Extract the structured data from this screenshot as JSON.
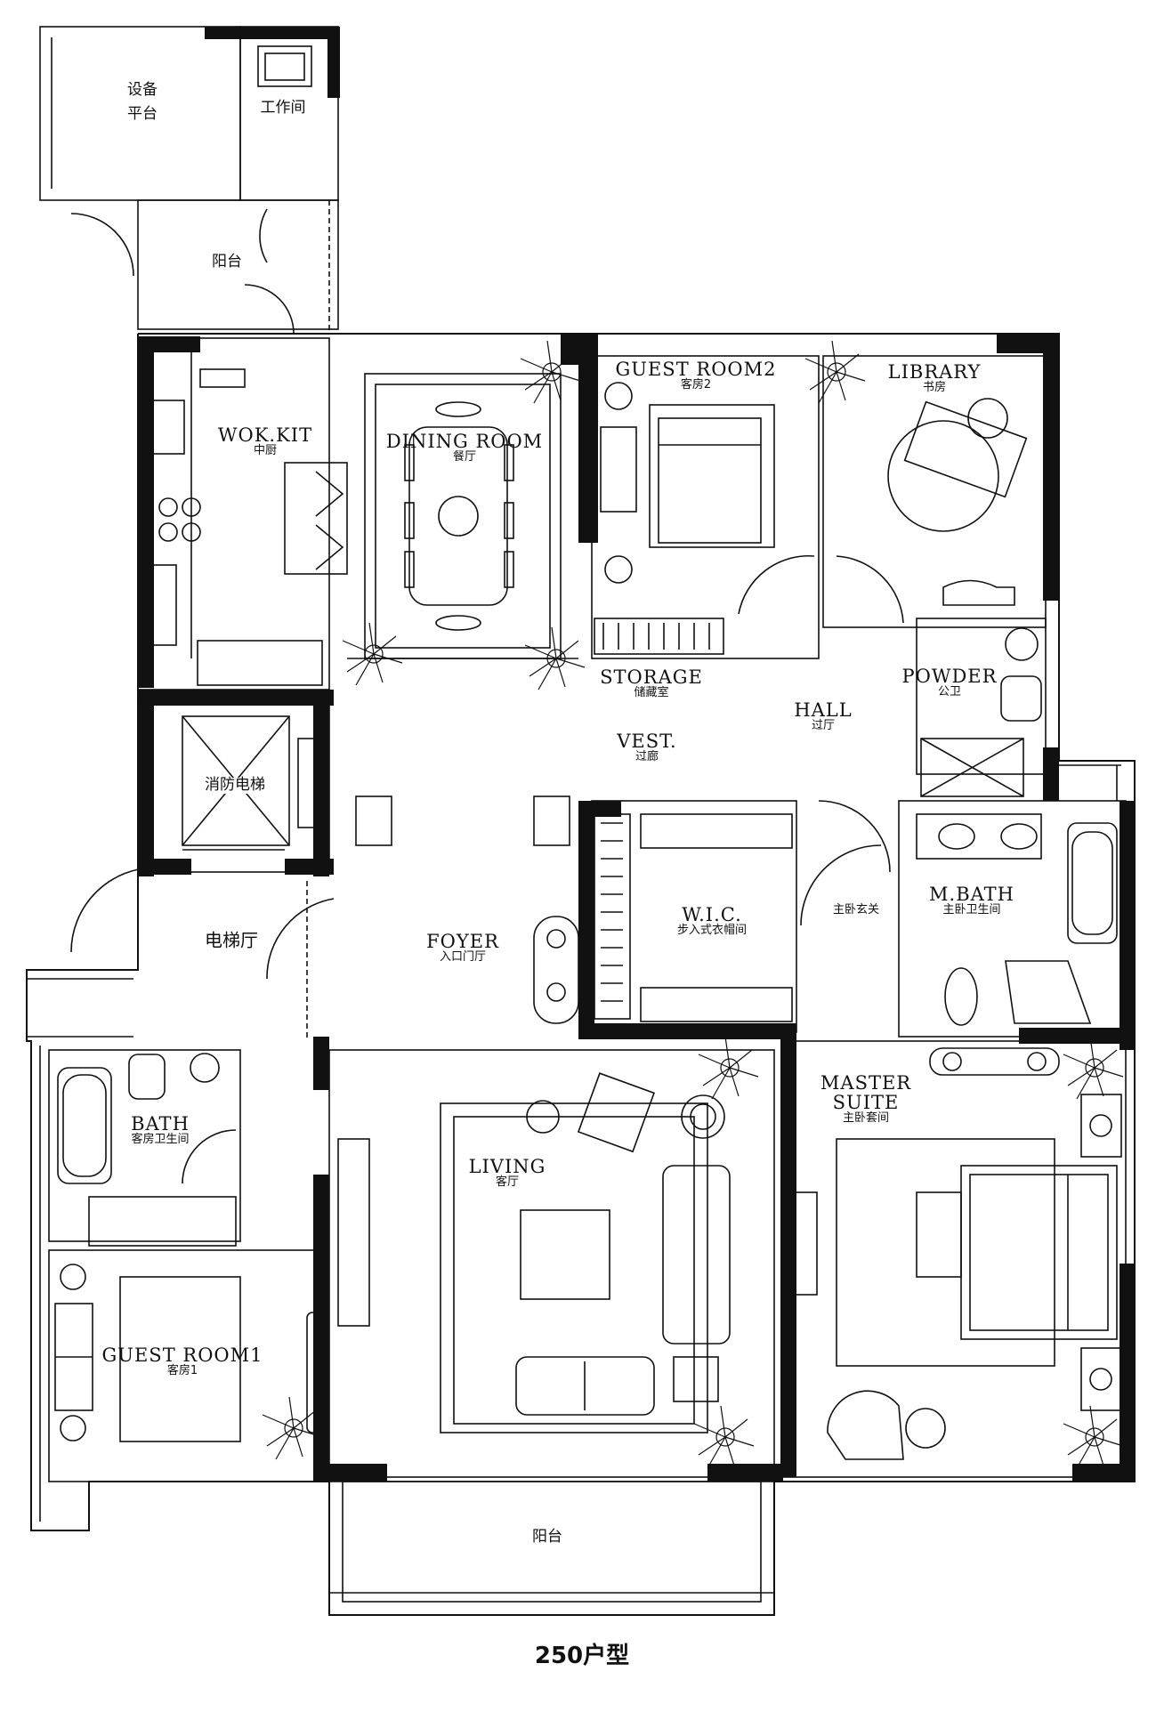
{
  "rooms": {
    "equipment_platform": {
      "cn": "设备\n平台"
    },
    "workroom": {
      "cn": "工作间"
    },
    "balcony_top": {
      "cn": "阳台"
    },
    "wok_kitchen": {
      "en": "WOK.KIT",
      "cn": "中厨"
    },
    "dining_room": {
      "en": "DINING ROOM",
      "cn": "餐厅"
    },
    "guest_room2": {
      "en": "GUEST ROOM2",
      "cn": "客房2"
    },
    "library": {
      "en": "LIBRARY",
      "cn": "书房"
    },
    "storage": {
      "en": "STORAGE",
      "cn": "储藏室"
    },
    "powder": {
      "en": "POWDER",
      "cn": "公卫"
    },
    "hall": {
      "en": "HALL",
      "cn": "过厅"
    },
    "vestibule": {
      "en": "VEST.",
      "cn": "过廊"
    },
    "fire_elevator": {
      "cn": "消防电梯"
    },
    "wic": {
      "en": "W.I.C.",
      "cn": "步入式衣帽间"
    },
    "master_entry": {
      "cn": "主卧玄关"
    },
    "master_bath": {
      "en": "M.BATH",
      "cn": "主卧卫生间"
    },
    "elevator_hall": {
      "cn": "电梯厅"
    },
    "foyer": {
      "en": "FOYER",
      "cn": "入口门厅"
    },
    "bath": {
      "en": "BATH",
      "cn": "客房卫生间"
    },
    "master_suite": {
      "en": "MASTER\nSUITE",
      "cn": "主卧套间"
    },
    "living": {
      "en": "LIVING",
      "cn": "客厅"
    },
    "guest_room1": {
      "en": "GUEST ROOM1",
      "cn": "客房1"
    },
    "balcony_bottom": {
      "cn": "阳台"
    }
  },
  "caption": "250户型"
}
